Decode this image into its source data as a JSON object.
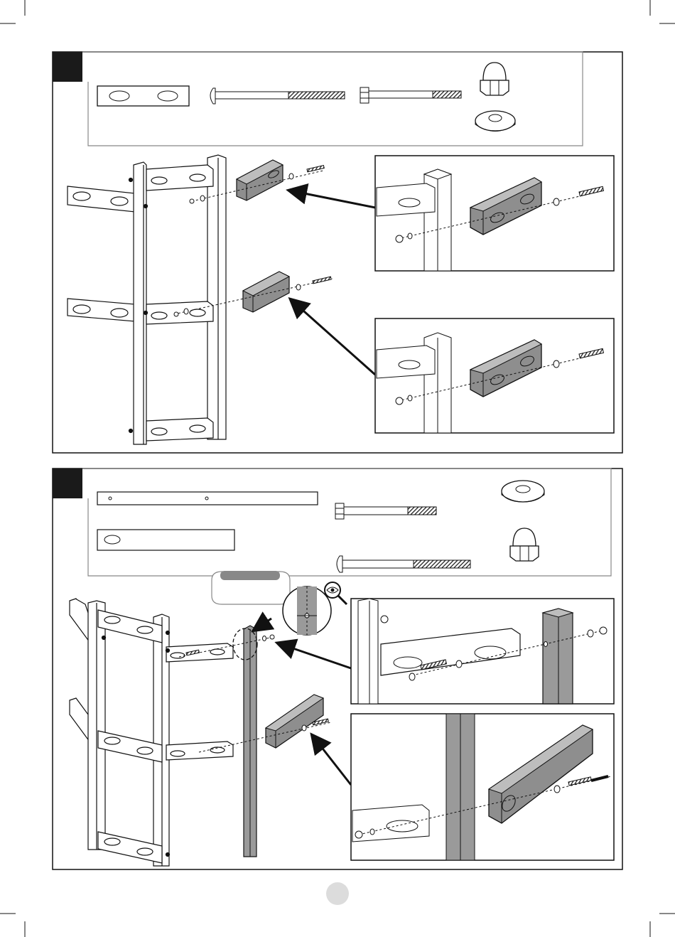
{
  "page": {
    "page_number": "",
    "callout_label": ""
  },
  "steps": [
    {
      "step_number": "",
      "parts": [
        "spacer-block",
        "carriage-bolt",
        "hex-bolt",
        "cap-nut",
        "washer"
      ]
    },
    {
      "step_number": "",
      "parts": [
        "long-rail",
        "short-board",
        "hex-bolt",
        "washer",
        "carriage-bolt",
        "cap-nut"
      ]
    }
  ],
  "colors": {
    "line": "#1a1a1a",
    "block_fill": "#8e8e8e",
    "post_fill": "#9a9a9a",
    "page_circle": "#dcdcdc",
    "step_badge": "#1a1a1a"
  }
}
